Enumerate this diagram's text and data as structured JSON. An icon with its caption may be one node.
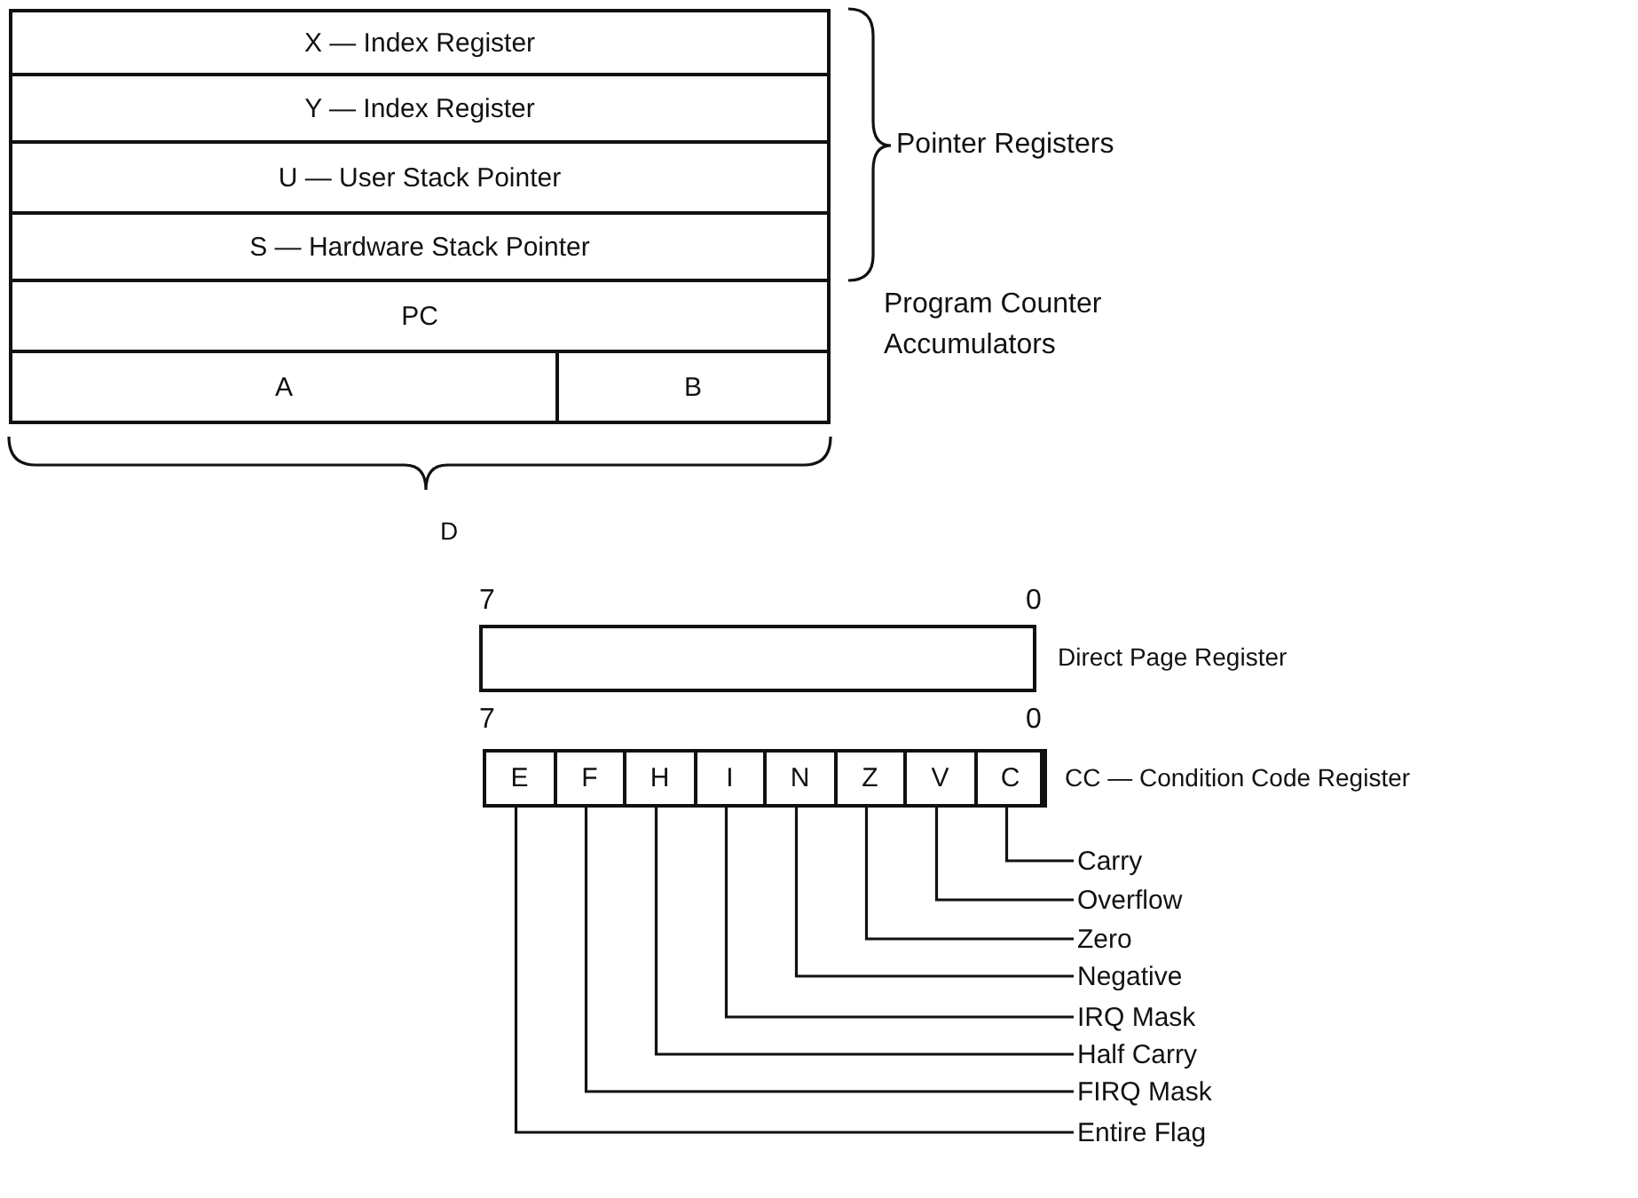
{
  "diagram": {
    "nodes": [
      {
        "text": [
          "X — Index Register"
        ]
      },
      {
        "text": [
          "Y — Index Register"
        ]
      },
      {
        "text": [
          "U — User Stack Pointer"
        ]
      },
      {
        "text": [
          "S — Hardware Stack Pointer"
        ]
      },
      {
        "text": [
          "PC"
        ]
      },
      {
        "text": [
          "A"
        ]
      },
      {
        "text": [
          "B"
        ]
      },
      {
        "text": [],
        "shape": "box",
        "beside": [
          "Direct Page Register"
        ]
      },
      {
        "text": [],
        "shape": "box",
        "beside": [
          "CC — Condition Code Register"
        ]
      },
      {
        "text": [
          "E"
        ],
        "in": 8
      },
      {
        "text": [
          "F"
        ],
        "in": 8
      },
      {
        "text": [
          "H"
        ],
        "in": 8
      },
      {
        "text": [
          "I"
        ],
        "in": 8
      },
      {
        "text": [
          "N"
        ],
        "in": 8
      },
      {
        "text": [
          "Z"
        ],
        "in": 8
      },
      {
        "text": [
          "V"
        ],
        "in": 8
      },
      {
        "text": [
          "C"
        ],
        "in": 8
      },
      {
        "text": [
          "Carry"
        ]
      },
      {
        "text": [
          "Overflow"
        ]
      },
      {
        "text": [
          "Zero"
        ]
      },
      {
        "text": [
          "Negative"
        ]
      },
      {
        "text": [
          "IRQ Mask"
        ]
      },
      {
        "text": [
          "Half Carry"
        ]
      },
      {
        "text": [
          "FIRQ Mask"
        ]
      },
      {
        "text": [
          "Entire Flag"
        ]
      }
    ],
    "edges": [
      {
        "from": 17,
        "to": 16,
        "arrow": "none"
      },
      {
        "from": 18,
        "to": 15,
        "arrow": "none"
      },
      {
        "from": 19,
        "to": 14,
        "arrow": "none"
      },
      {
        "from": 20,
        "to": 13,
        "arrow": "none"
      },
      {
        "from": 21,
        "to": 12,
        "arrow": "none"
      },
      {
        "from": 22,
        "to": 11,
        "arrow": "none"
      },
      {
        "from": 23,
        "to": 10,
        "arrow": "none"
      },
      {
        "from": 24,
        "to": 9,
        "arrow": "none"
      }
    ],
    "labels": [
      "Pointer Registers",
      "Program Counter",
      "Accumulators",
      "D",
      "7",
      "0",
      "7",
      "0"
    ]
  }
}
